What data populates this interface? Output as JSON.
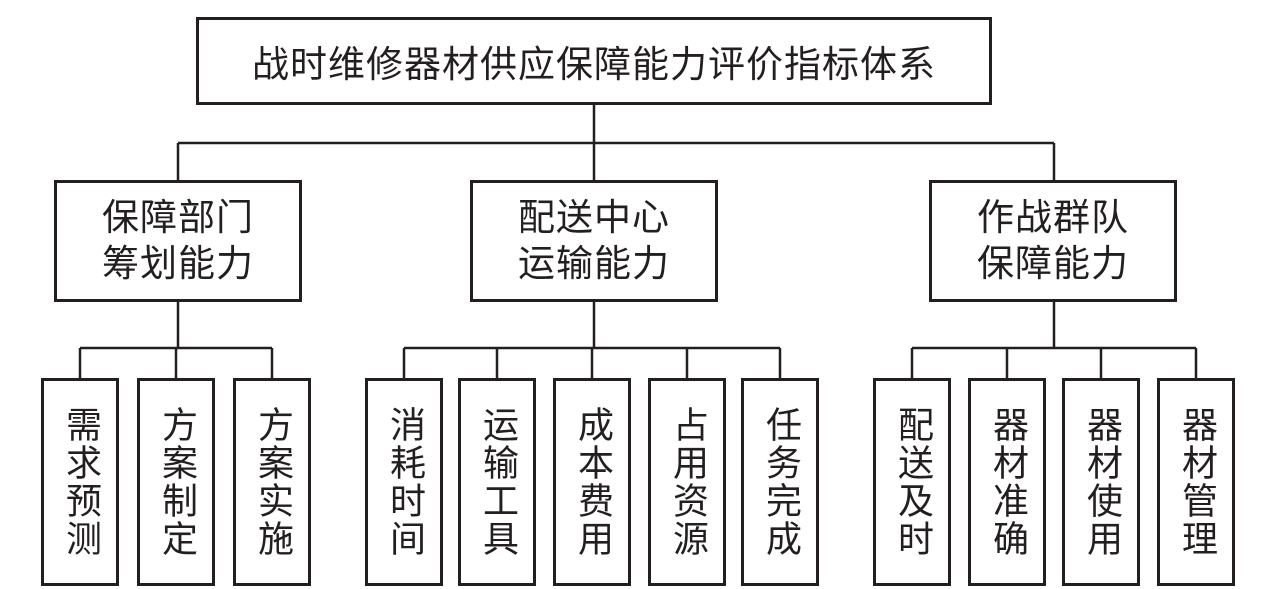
{
  "root": {
    "title": "战时维修器材供应保障能力评价指标体系"
  },
  "categories": [
    {
      "line1": "保障部门",
      "line2": "筹划能力",
      "children": [
        "需求预测",
        "方案制定",
        "方案实施"
      ]
    },
    {
      "line1": "配送中心",
      "line2": "运输能力",
      "children": [
        "消耗时间",
        "运输工具",
        "成本费用",
        "占用资源",
        "任务完成"
      ]
    },
    {
      "line1": "作战群队",
      "line2": "保障能力",
      "children": [
        "配送及时",
        "器材准确",
        "器材使用",
        "器材管理"
      ]
    }
  ]
}
